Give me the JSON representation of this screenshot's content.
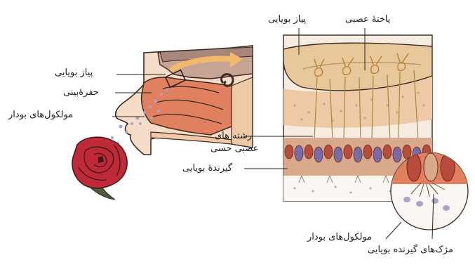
{
  "labels": {
    "olfactory_bulb_left": "پیاز بویایی",
    "nasal_cavity": "حفرۀبینی",
    "odor_molecules_left": "مولکول‌های بودار",
    "olfactory_bulb_top": "پیاز بویایی",
    "nerve_cell": "یاختۀ عصبی",
    "sensory_nerve_fibers_line1": "رشته های",
    "sensory_nerve_fibers_line2": "عصبی حسی",
    "olfactory_receptor": "گیرندۀ بویایی",
    "odor_molecules_right": "مولکول‌های بودار",
    "receptor_cilia": "مژک‌های گیرنده بویایی"
  },
  "colors": {
    "skin": "#f6dcc6",
    "outline": "#3a2a22",
    "brain": "#c7a393",
    "cavity": "#e0805e",
    "tissue": "#eec9a6",
    "bulb": "#e8c79a",
    "cell": "#b74b3c",
    "rose": "#c02a38",
    "molecule": "#a9a3c9"
  }
}
